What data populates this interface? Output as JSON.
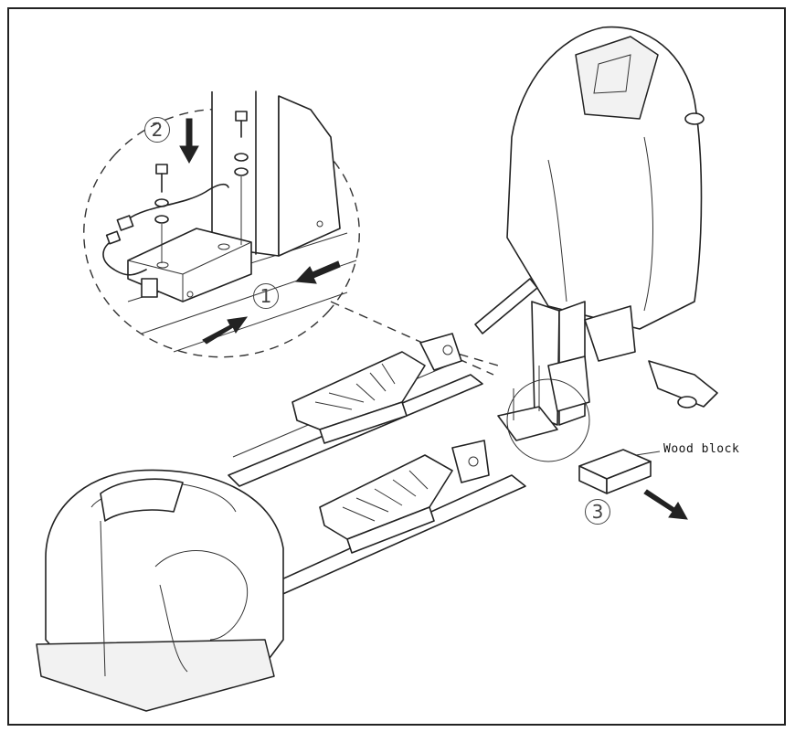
{
  "labels": {
    "wood_block": "Wood block"
  },
  "steps": {
    "step1": "1",
    "step2": "2",
    "step3": "3"
  },
  "colors": {
    "line": "#222222",
    "background": "#ffffff",
    "frame": "#222222"
  },
  "icons": {
    "arrow": "arrow-icon",
    "bolt": "bolt-icon",
    "washer": "washer-icon"
  }
}
